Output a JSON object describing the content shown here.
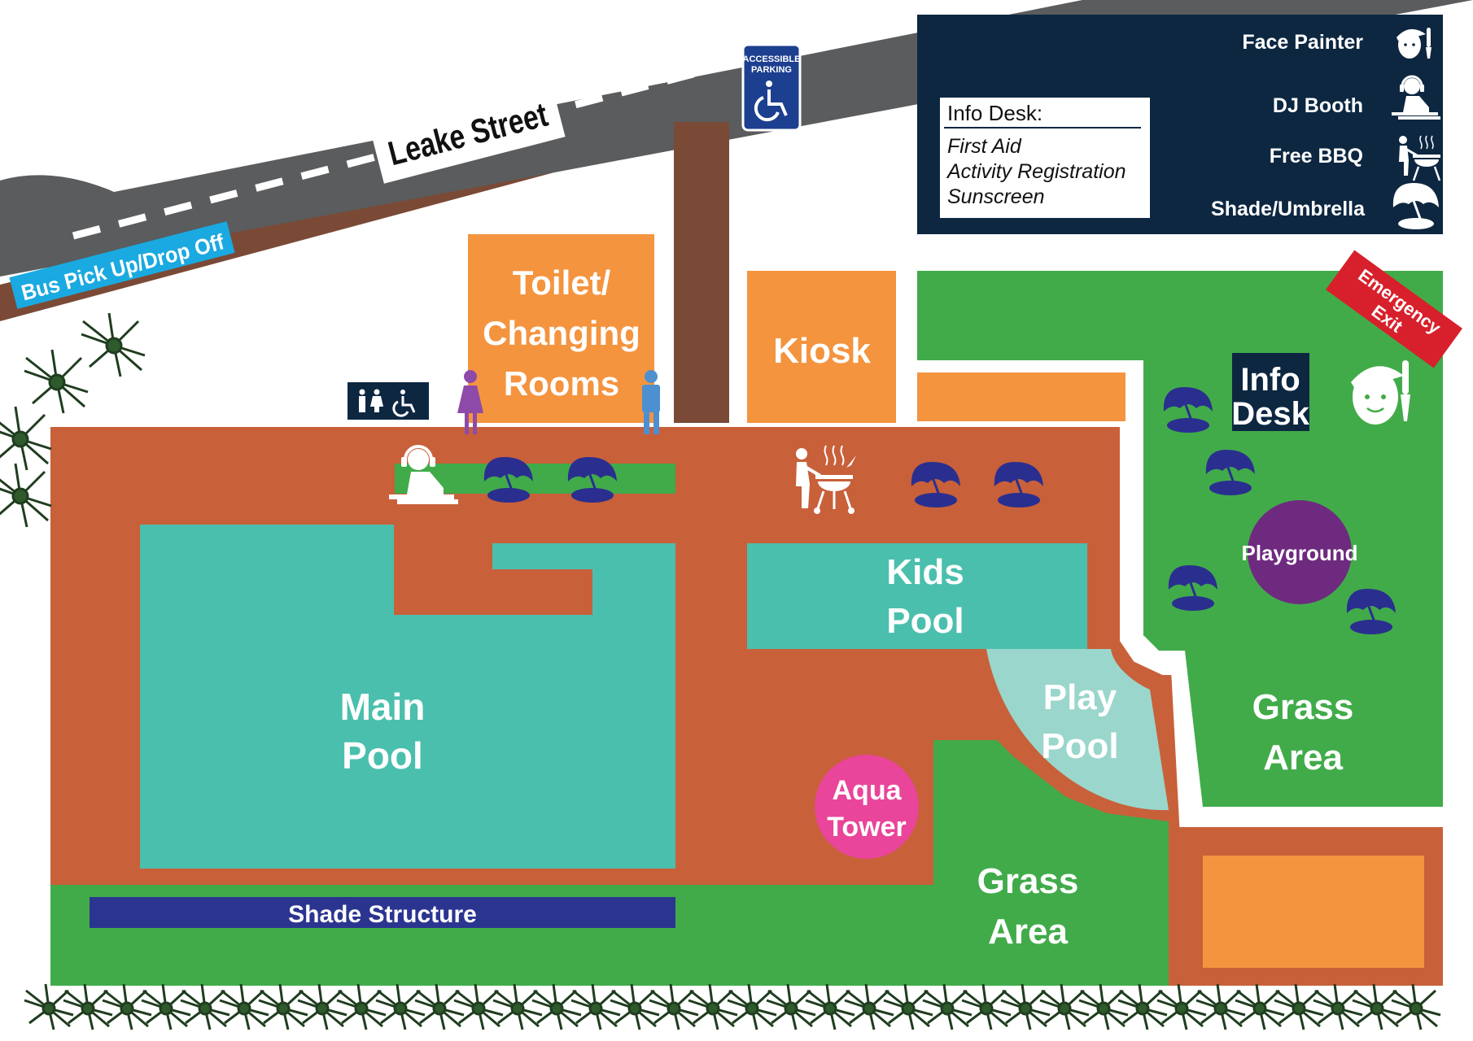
{
  "street": {
    "name": "Leake Street",
    "bus_label": "Bus Pick Up/Drop Off"
  },
  "parking_sign": {
    "line1": "ACCESSIBLE",
    "line2": "PARKING"
  },
  "legend": {
    "info_title": "Info Desk:",
    "info_items": [
      "First Aid",
      "Activity Registration",
      "Sunscreen"
    ],
    "items": [
      {
        "label": "Face Painter",
        "icon": "face-painter-icon"
      },
      {
        "label": "DJ Booth",
        "icon": "dj-booth-icon"
      },
      {
        "label": "Free BBQ",
        "icon": "bbq-icon"
      },
      {
        "label": "Shade/Umbrella",
        "icon": "umbrella-icon"
      }
    ]
  },
  "areas": {
    "toilets": [
      "Toilet/",
      "Changing",
      "Rooms"
    ],
    "kiosk": "Kiosk",
    "main_pool": [
      "Main",
      "Pool"
    ],
    "kids_pool": [
      "Kids",
      "Pool"
    ],
    "play_pool": [
      "Play",
      "Pool"
    ],
    "aqua_tower": [
      "Aqua",
      "Tower"
    ],
    "grass_bottom": [
      "Grass",
      "Area"
    ],
    "grass_right": [
      "Grass",
      "Area"
    ],
    "info_desk": [
      "Info",
      "Desk"
    ],
    "playground": "Playground",
    "emergency_exit": [
      "Emergency",
      "Exit"
    ],
    "shade_structure": "Shade Structure"
  },
  "colors": {
    "concourse": "#c8603a",
    "pool": "#4bbfad",
    "play_pool": "#9ad6cc",
    "grass": "#41ab4a",
    "building": "#f4943f",
    "road": "#5a5c5e",
    "navy": "#0d2741",
    "umbrella": "#2a2f8f",
    "aqua_tower": "#e9459a",
    "playground": "#6e2a7f",
    "shade": "#2b3590",
    "exit": "#d7202b",
    "bus": "#1aa9e0"
  }
}
